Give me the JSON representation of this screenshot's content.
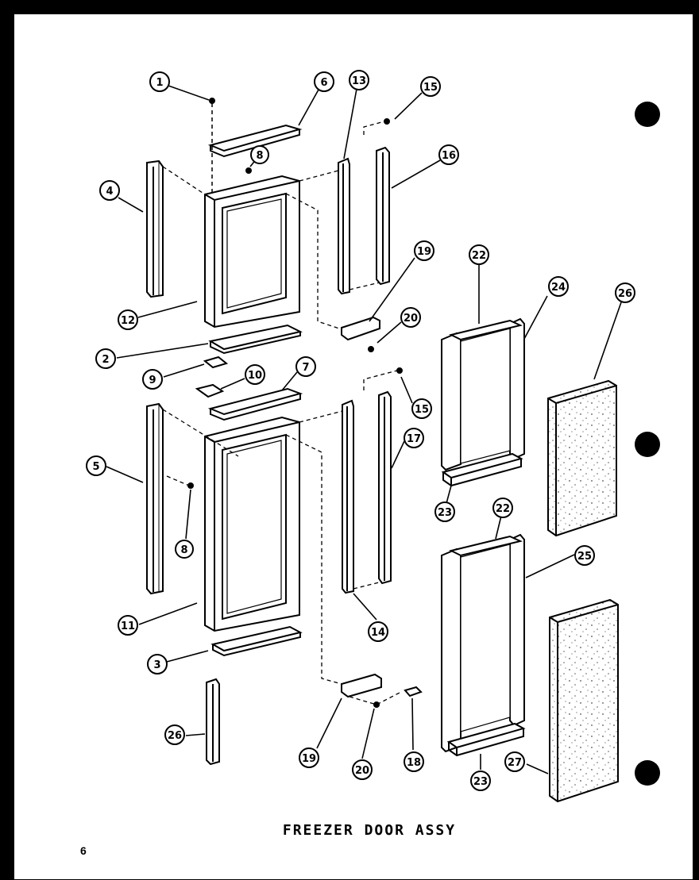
{
  "title": "FREEZER DOOR ASSY",
  "page_number": "6",
  "callouts": [
    {
      "id": "c1",
      "label": "1"
    },
    {
      "id": "c6",
      "label": "6"
    },
    {
      "id": "c13",
      "label": "13"
    },
    {
      "id": "c15a",
      "label": "15"
    },
    {
      "id": "c8a",
      "label": "8"
    },
    {
      "id": "c16",
      "label": "16"
    },
    {
      "id": "c4",
      "label": "4"
    },
    {
      "id": "c19a",
      "label": "19"
    },
    {
      "id": "c22a",
      "label": "22"
    },
    {
      "id": "c24",
      "label": "24"
    },
    {
      "id": "c26a",
      "label": "26"
    },
    {
      "id": "c12",
      "label": "12"
    },
    {
      "id": "c20a",
      "label": "20"
    },
    {
      "id": "c2",
      "label": "2"
    },
    {
      "id": "c7",
      "label": "7"
    },
    {
      "id": "c10",
      "label": "10"
    },
    {
      "id": "c9",
      "label": "9"
    },
    {
      "id": "c15b",
      "label": "15"
    },
    {
      "id": "c5",
      "label": "5"
    },
    {
      "id": "c17",
      "label": "17"
    },
    {
      "id": "c23a",
      "label": "23"
    },
    {
      "id": "c22b",
      "label": "22"
    },
    {
      "id": "c25",
      "label": "25"
    },
    {
      "id": "c8b",
      "label": "8"
    },
    {
      "id": "c11",
      "label": "11"
    },
    {
      "id": "c14",
      "label": "14"
    },
    {
      "id": "c3",
      "label": "3"
    },
    {
      "id": "c26b",
      "label": "26"
    },
    {
      "id": "c19b",
      "label": "19"
    },
    {
      "id": "c20b",
      "label": "20"
    },
    {
      "id": "c18",
      "label": "18"
    },
    {
      "id": "c27",
      "label": "27"
    },
    {
      "id": "c23b",
      "label": "23"
    }
  ]
}
